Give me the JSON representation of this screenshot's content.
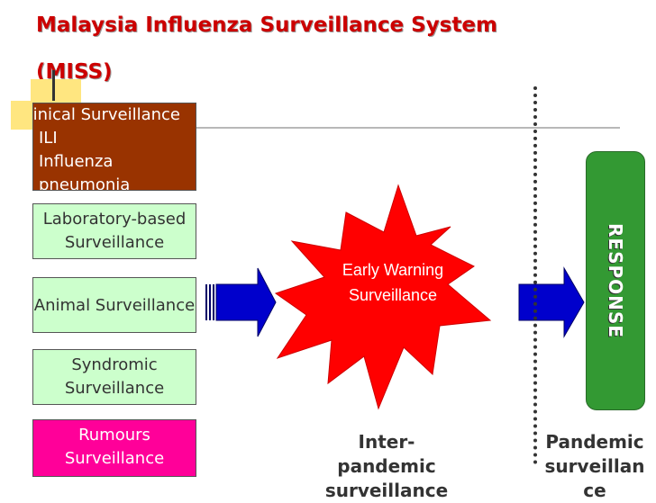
{
  "title": {
    "line1": "Malaysia Influenza Surveillance System",
    "line2": "(MISS)"
  },
  "boxes": {
    "clinical": {
      "lines": [
        "Clinical Surveillance",
        "ILI",
        "Influenza",
        "pneumonia"
      ],
      "color": "#993300"
    },
    "laboratory": {
      "lines": [
        "Laboratory-based",
        "Surveillance"
      ],
      "color": "#ccffcc"
    },
    "animal": {
      "lines": [
        "Animal Surveillance"
      ],
      "color": "#ccffcc"
    },
    "syndromic": {
      "lines": [
        "Syndromic",
        "Surveillance"
      ],
      "color": "#ccffcc"
    },
    "rumours": {
      "lines": [
        "Rumours",
        "Surveillance"
      ],
      "color": "#ff0099"
    }
  },
  "early_warning": {
    "lines": [
      "Early Warning",
      "Surveillance"
    ],
    "color": "#ff0000"
  },
  "response": {
    "label": "RESPONSE",
    "color": "#339933"
  },
  "arrows": {
    "color": "#0000cc"
  },
  "bottom_labels": {
    "inter": [
      "Inter-",
      "pandemic",
      "surveillance"
    ],
    "pandemic": [
      "Pandemic",
      "surveillan",
      "ce"
    ]
  }
}
